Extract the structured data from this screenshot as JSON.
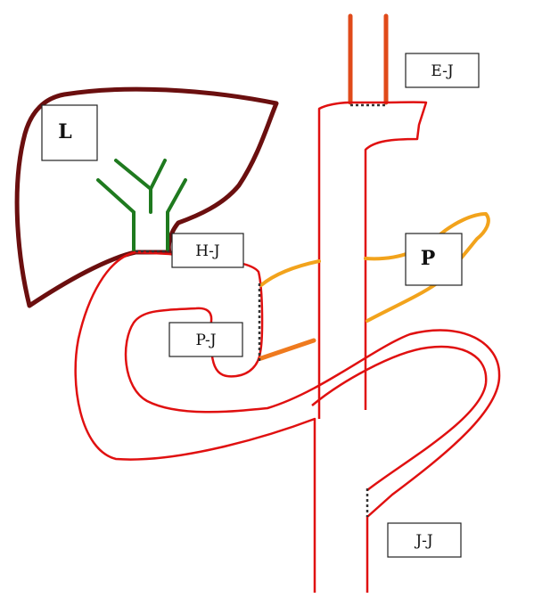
{
  "labels": {
    "liver": "L",
    "esophagojejunostomy": "E-J",
    "hepaticojejunostomy": "H-J",
    "pancreas": "P",
    "pancreaticojejunostomy": "P-J",
    "jejunojejunostomy": "J-J"
  },
  "colors": {
    "liver_outline": "#6b0f0f",
    "bile_ducts": "#1f7a1f",
    "bowel": "#e01010",
    "esophagus": "#e04a1a",
    "pancreas": "#f2a31c",
    "pancreatic_duct": "#ef7a1e",
    "anastomosis": "#333333"
  }
}
